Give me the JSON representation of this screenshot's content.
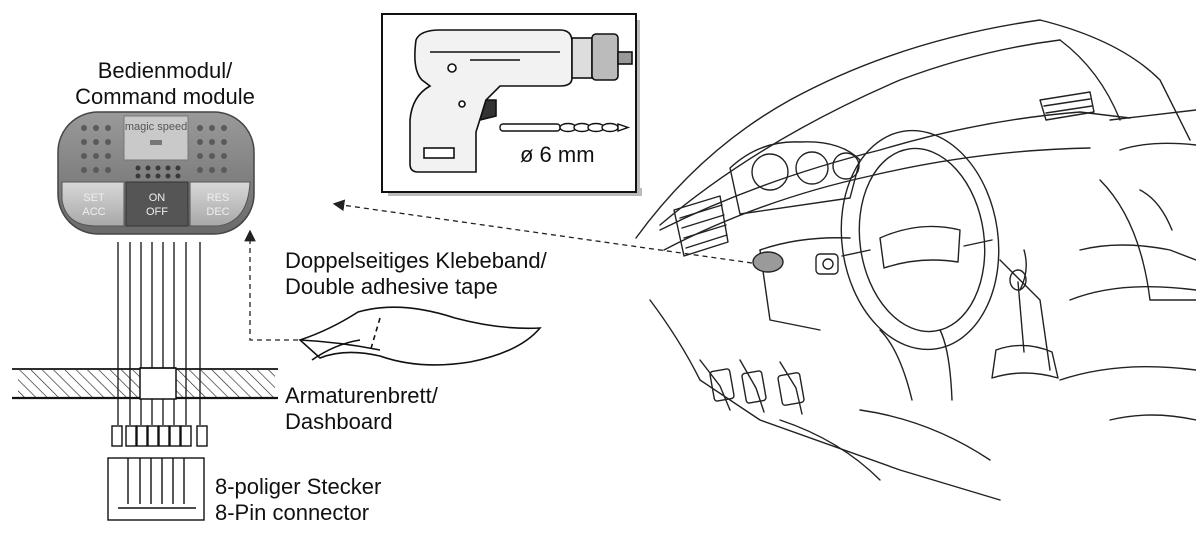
{
  "labels": {
    "module_de": "Bedienmodul/",
    "module_en": "Command module",
    "tape_de": "Doppelseitiges Klebeband/",
    "tape_en": "Double adhesive tape",
    "dash_de": "Armaturenbrett/",
    "dash_en": "Dashboard",
    "conn_de": "8-poliger Stecker",
    "conn_en": "8-Pin connector",
    "drill_size": "ø 6 mm"
  },
  "module": {
    "brand": "magic speed",
    "btn_left_1": "SET",
    "btn_left_2": "ACC",
    "btn_center_1": "ON",
    "btn_center_2": "OFF",
    "btn_right_1": "RES",
    "btn_right_2": "DEC"
  }
}
